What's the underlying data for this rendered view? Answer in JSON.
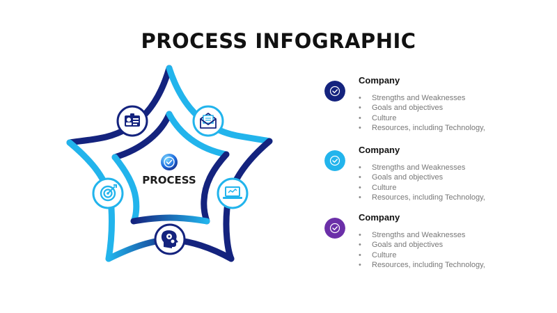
{
  "title": "PROCESS INFOGRAPHIC",
  "center": {
    "label": "PROCESS",
    "icon": "check-circle-icon"
  },
  "star_icons": [
    {
      "name": "id-card-icon",
      "color": "#1a2a8a"
    },
    {
      "name": "email-icon",
      "color": "#2aa8e8"
    },
    {
      "name": "target-icon",
      "color": "#2aa8e8"
    },
    {
      "name": "laptop-icon",
      "color": "#2aa8e8"
    },
    {
      "name": "head-gears-icon",
      "color": "#1a2a8a"
    }
  ],
  "companies": [
    {
      "name": "Company",
      "color": "#1a2a8a",
      "icon": "check-icon",
      "items": [
        "Strengths and Weaknesses",
        "Goals and objectives",
        "Culture",
        "Resources, including Technology,"
      ]
    },
    {
      "name": "Company",
      "color": "#22b4ec",
      "icon": "check-icon",
      "items": [
        "Strengths and Weaknesses",
        "Goals and objectives",
        "Culture",
        "Resources, including Technology,"
      ]
    },
    {
      "name": "Company",
      "color": "#6b2fa8",
      "icon": "check-icon",
      "items": [
        "Strengths and Weaknesses",
        "Goals and objectives",
        "Culture",
        "Resources, including Technology,"
      ]
    }
  ],
  "colors": {
    "navy": "#14237e",
    "cyan": "#22b4ec",
    "purple": "#6b2fa8"
  }
}
